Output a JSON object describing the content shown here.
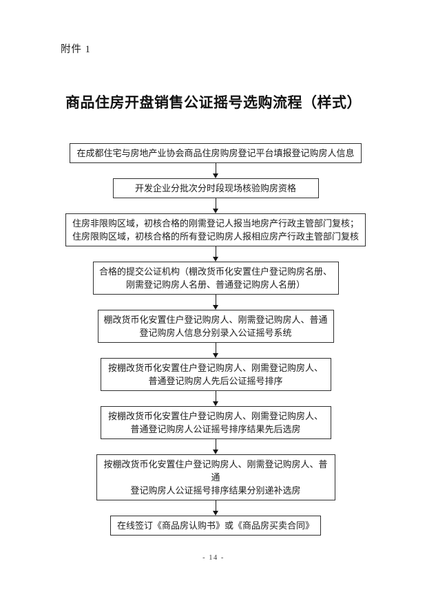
{
  "doc": {
    "attachment": "附件 1",
    "title": "商品住房开盘销售公证摇号选购流程（样式）",
    "page_number": "- 14 -"
  },
  "flow": {
    "steps": [
      {
        "lines": [
          "在成都住宅与房地产业协会商品住房购房登记平台填报登记购房人信息"
        ]
      },
      {
        "lines": [
          "开发企业分批次分时段现场核验购房资格"
        ]
      },
      {
        "lines": [
          "住房非限购区域，初核合格的刚需登记人报当地房产行政主管部门复核；",
          "住房限购区域，初核合格的所有登记购房人报相应房产行政主管部门复核"
        ]
      },
      {
        "lines": [
          "合格的提交公证机构（棚改货币化安置住户登记购房名册、",
          "刚需登记购房人名册、普通登记购房人名册）"
        ]
      },
      {
        "lines": [
          "棚改货币化安置住户登记购房人、刚需登记购房人、普通",
          "登记购房人信息分别录入公证摇号系统"
        ]
      },
      {
        "lines": [
          "按棚改货币化安置住户登记购房人、刚需登记购房人、",
          "普通登记购房人先后公证摇号排序"
        ]
      },
      {
        "lines": [
          "按棚改货币化安置住户登记购房人、刚需登记购房人、",
          "普通登记购房人公证摇号排序结果先后选房"
        ]
      },
      {
        "lines": [
          "按棚改货币化安置住户登记购房人、刚需登记购房人、普通",
          "登记购房人公证摇号排序结果分别递补选房"
        ]
      },
      {
        "lines": [
          "在线签订《商品房认购书》或《商品房买卖合同》"
        ]
      }
    ]
  },
  "colors": {
    "page_background": "#ffffff",
    "text": "#1c1c1c",
    "box_border": "#2e2e2e",
    "arrow": "#161616"
  }
}
